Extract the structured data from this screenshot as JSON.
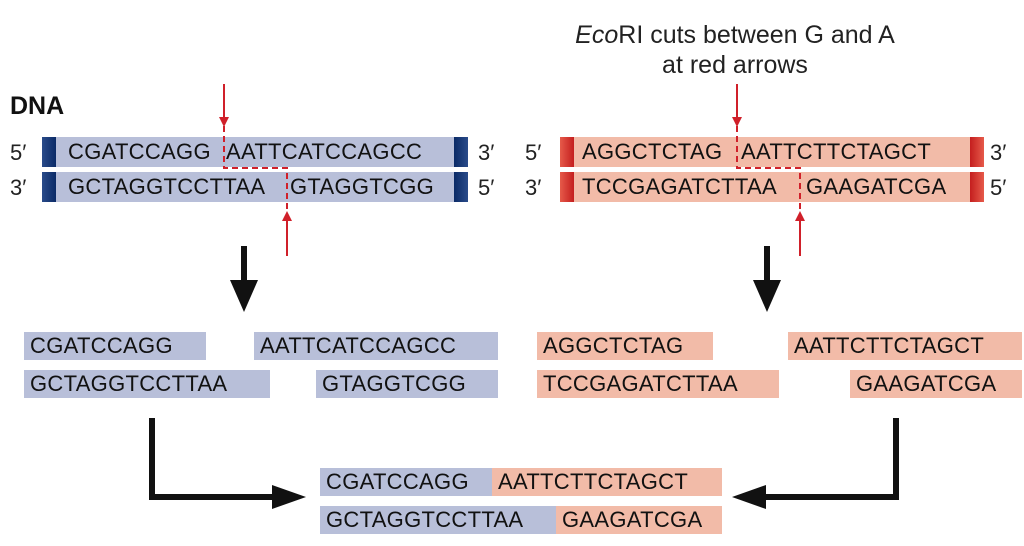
{
  "title": "DNA",
  "caption": {
    "line1_italic": "Eco",
    "line1_rest": "RI cuts between G and A",
    "line2": "at red arrows"
  },
  "labels": {
    "five_prime": "5′",
    "three_prime": "3′"
  },
  "left": {
    "top_strand_a": "CGATCCAGG",
    "top_strand_b": "AATTCATCCAGCC",
    "bottom_strand_a": "GCTAGGTCCTTAA",
    "bottom_strand_b": "GTAGGTCGG"
  },
  "right": {
    "top_strand_a": "AGGCTCTAG",
    "top_strand_b": "AATTCTTCTAGCT",
    "bottom_strand_a": "TCCGAGATCTTAA",
    "bottom_strand_b": "GAAGATCGA"
  },
  "left_fragments": {
    "frag1_top": "CGATCCAGG",
    "frag1_bottom": "GCTAGGTCCTTAA",
    "frag2_top": "AATTCATCCAGCC",
    "frag2_bottom": "GTAGGTCGG"
  },
  "right_fragments": {
    "frag1_top": "AGGCTCTAG",
    "frag1_bottom": "TCCGAGATCTTAA",
    "frag2_top": "AATTCTTCTAGCT",
    "frag2_bottom": "GAAGATCGA"
  },
  "recombinant": {
    "top_blue": "CGATCCAGG",
    "top_pink": "AATTCTTCTAGCT",
    "bottom_blue": "GCTAGGTCCTTAA",
    "bottom_pink": "GAAGATCGA"
  },
  "colors": {
    "blue_strand": "#b8bfd9",
    "pink_strand": "#f2bba8",
    "arrow_red": "#d0202a",
    "arrow_black": "#111111"
  }
}
